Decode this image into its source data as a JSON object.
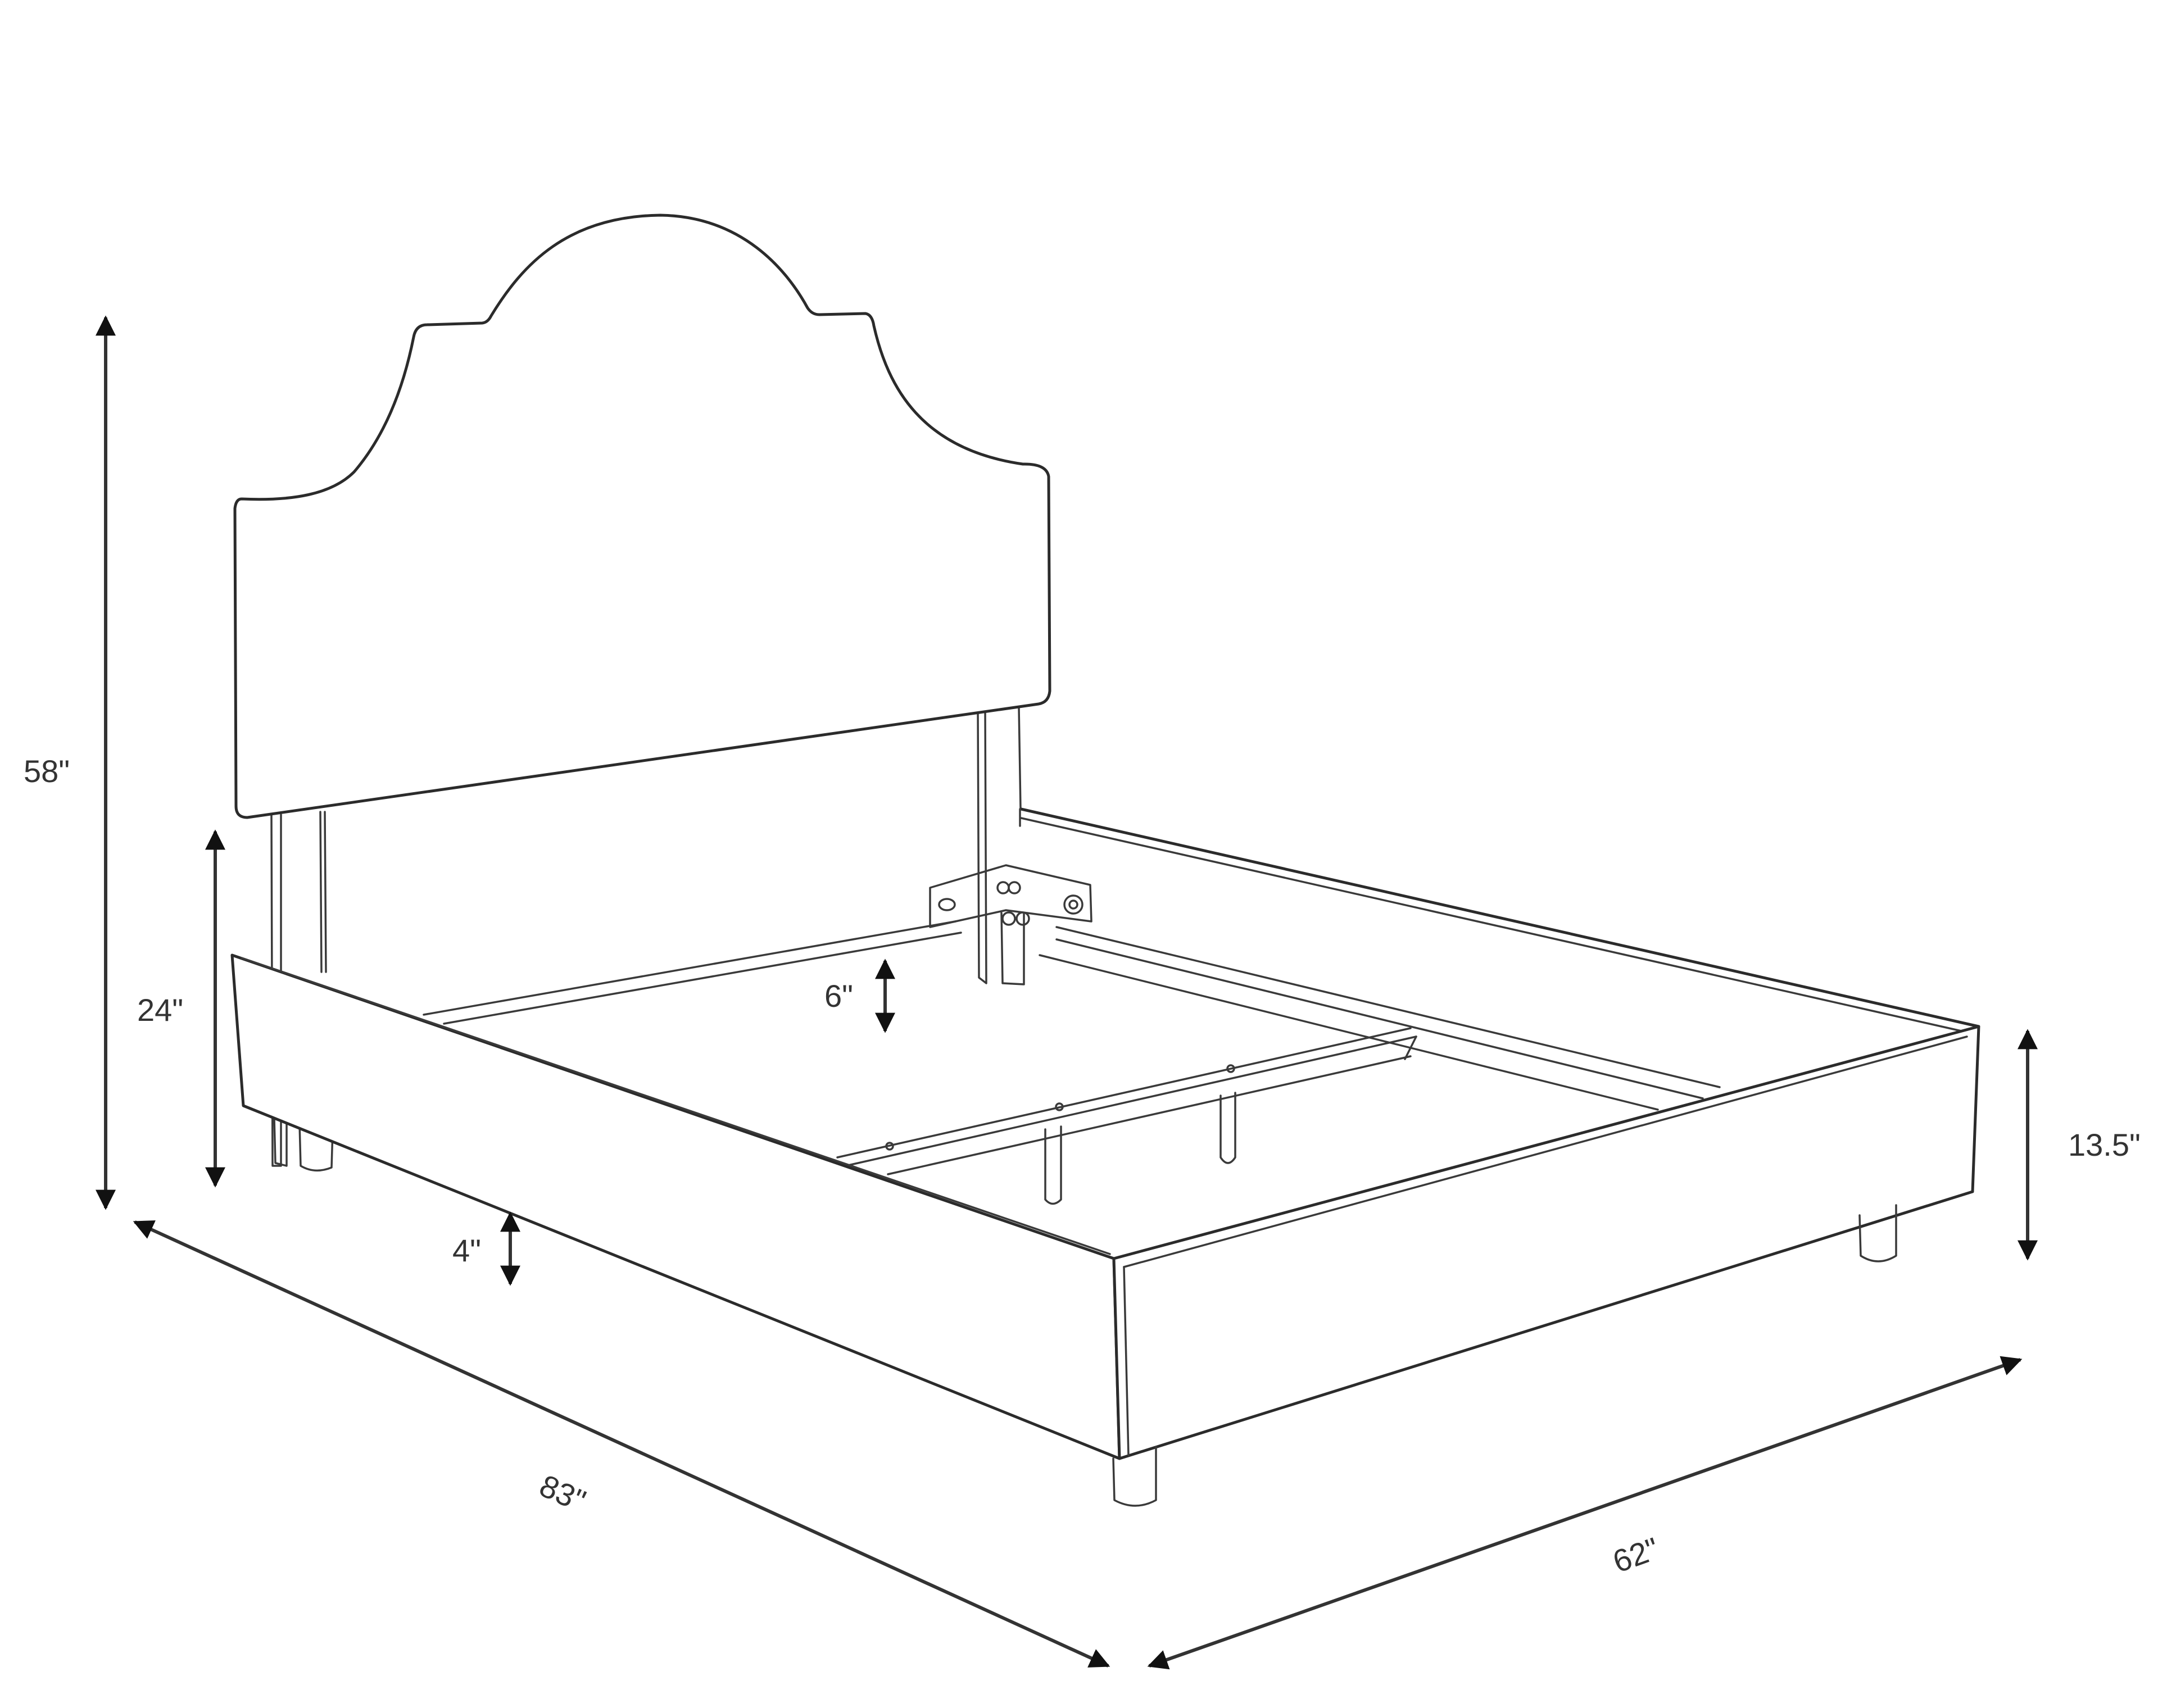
{
  "diagram": {
    "subject": "Upholstered bed with arched headboard",
    "line_color": "#2b2b2b",
    "background": "#ffffff",
    "dimensions": {
      "overall_height": "58\"",
      "headboard_leg_height": "24\"",
      "rail_clearance": "6\"",
      "floor_clearance": "4\"",
      "rail_height": "13.5\"",
      "length": "83\"",
      "width": "62\""
    }
  }
}
